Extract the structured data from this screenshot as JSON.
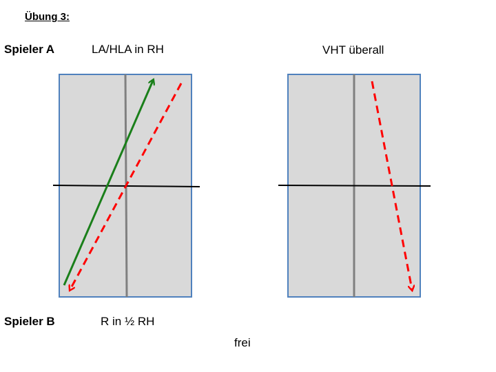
{
  "slide": {
    "title": "Übung 3:"
  },
  "player_a": {
    "label": "Spieler A",
    "left_drill": "LA/HLA in RH",
    "right_drill": "VHT überall"
  },
  "player_b": {
    "label": "Spieler B",
    "left_drill": "R in ½ RH",
    "right_drill": "frei"
  },
  "colors": {
    "table_fill": "#d9d9d9",
    "table_border": "#4f81bd",
    "center_line": "#808080",
    "net": "#000000",
    "solid_arrow": "#1a7f1a",
    "dashed_arrow": "#ff0000"
  },
  "icons": {
    "solid_arrow": "green-solid-arrow-icon",
    "dashed_arrow": "red-dashed-arrow-icon"
  }
}
